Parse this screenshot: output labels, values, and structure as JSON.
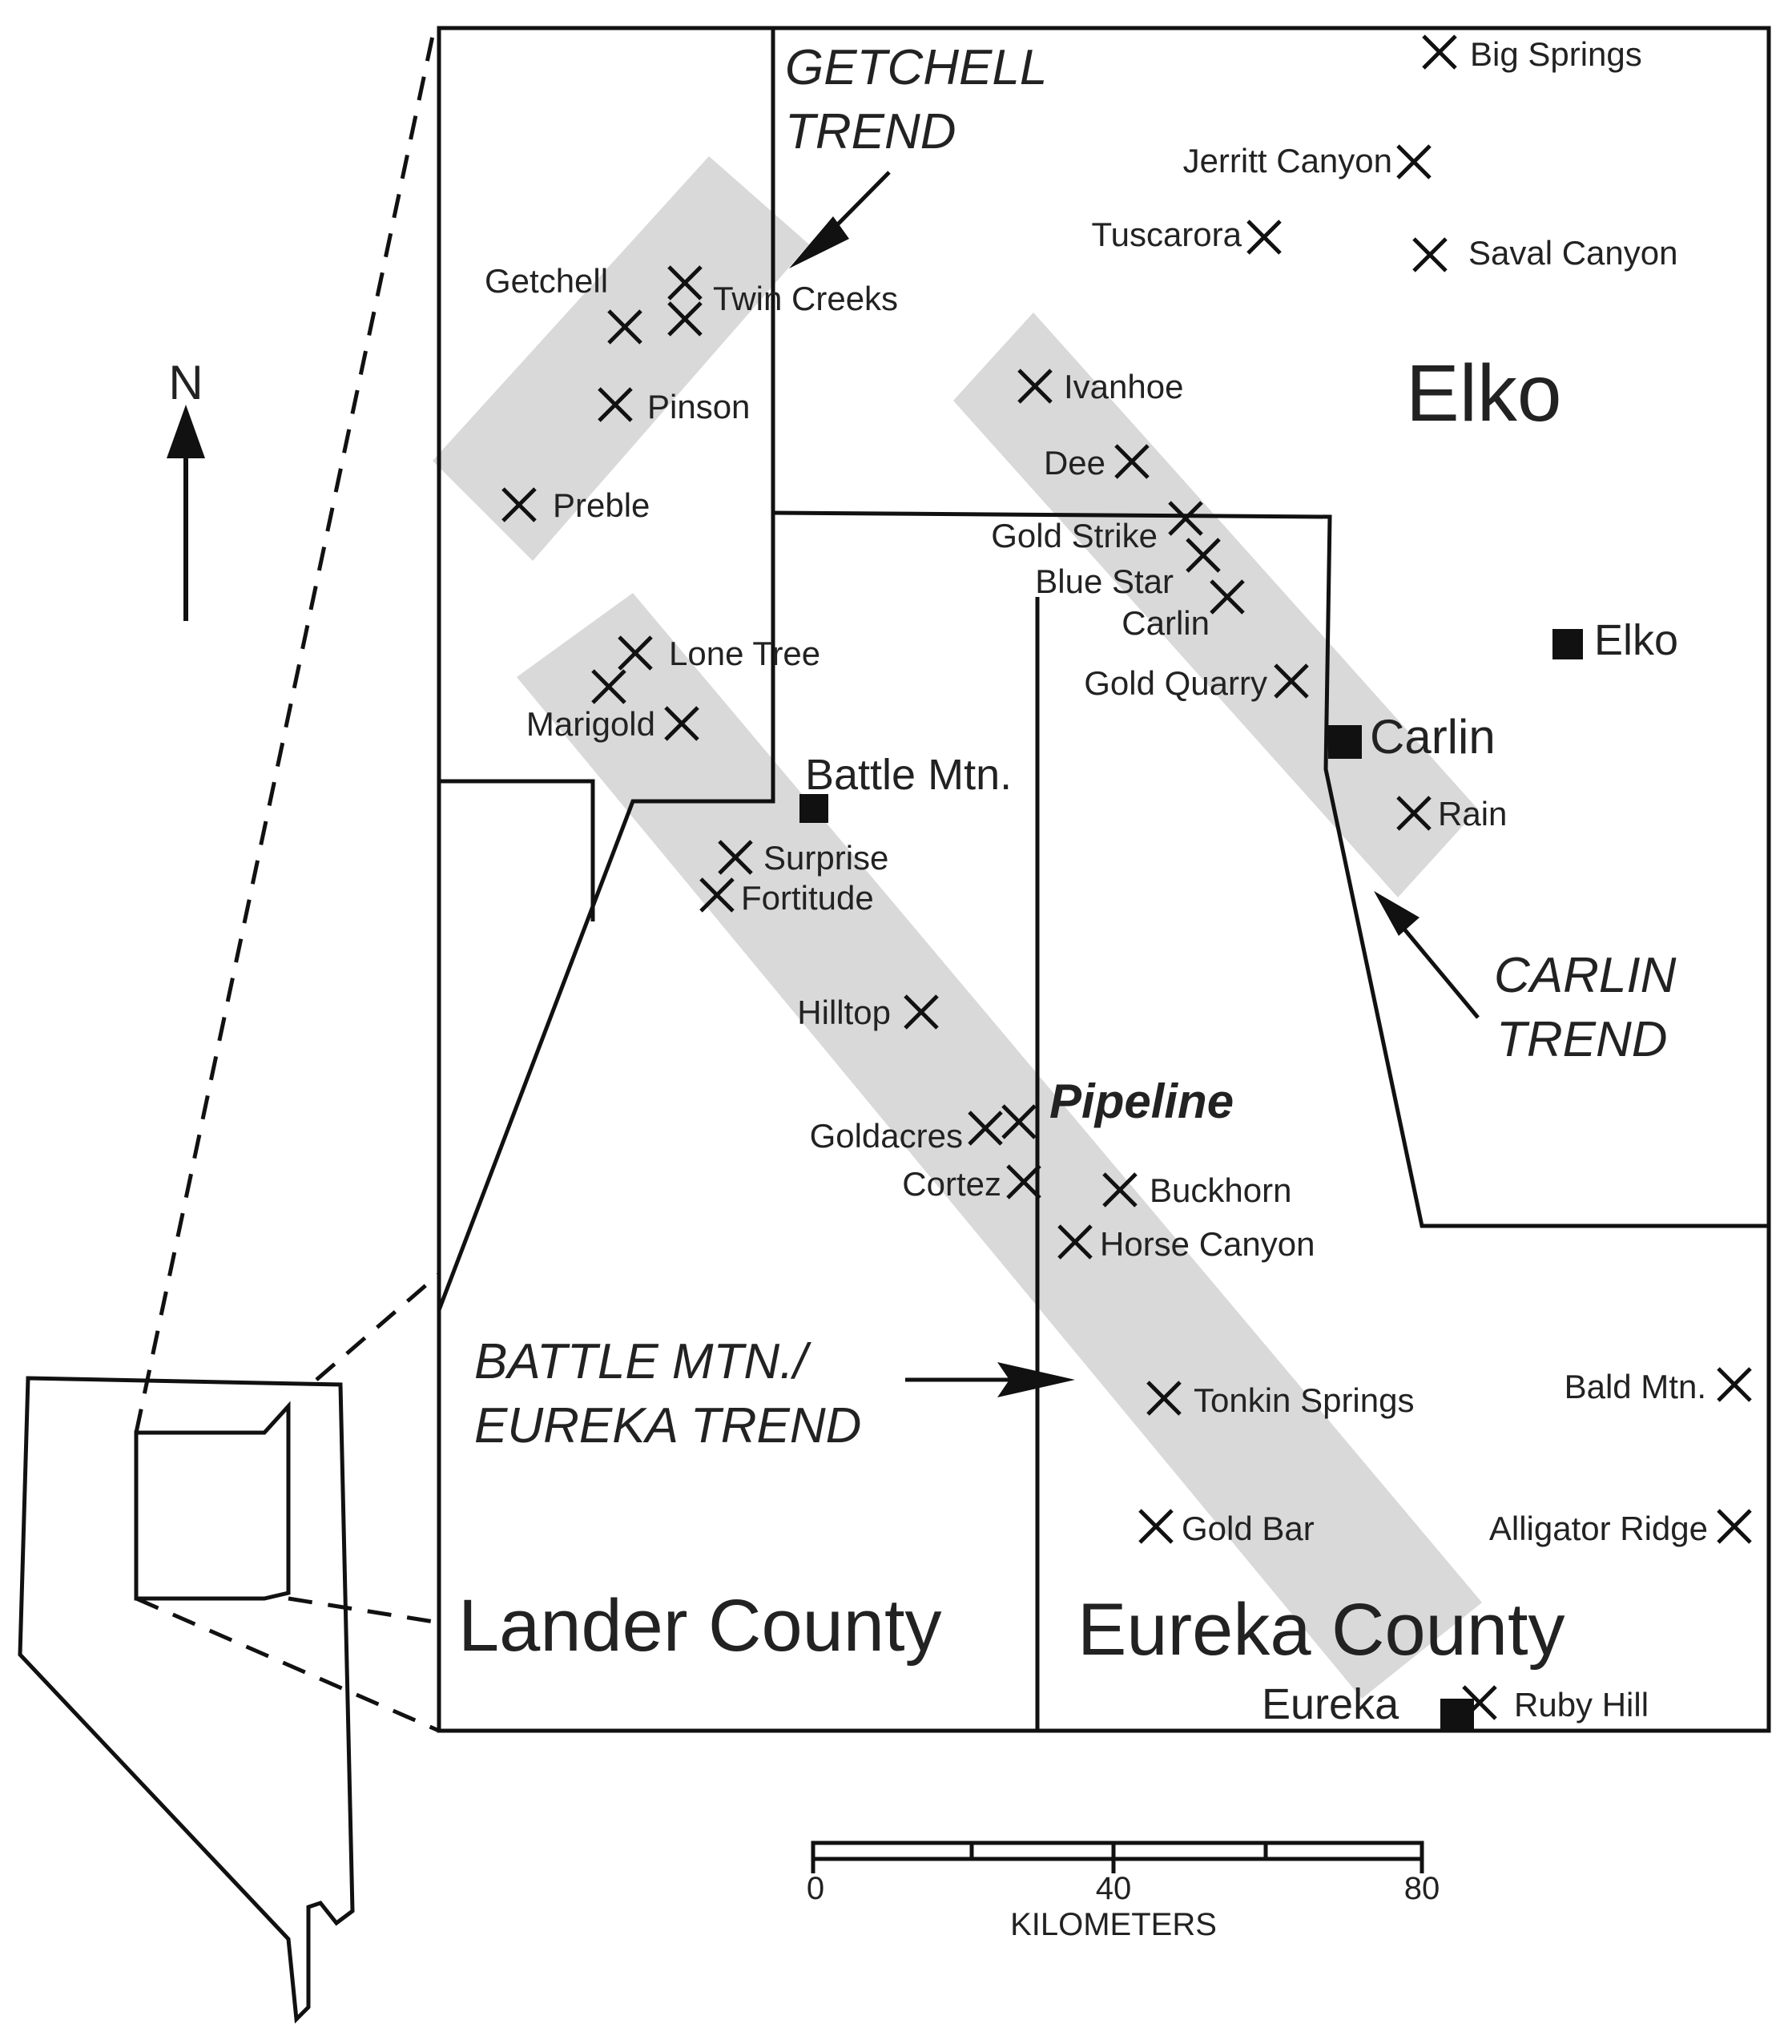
{
  "north": {
    "label": "N"
  },
  "trends": {
    "getchell": [
      "GETCHELL",
      "TREND"
    ],
    "carlin": [
      "CARLIN",
      "TREND"
    ],
    "battle": [
      "BATTLE MTN./",
      "EUREKA TREND"
    ]
  },
  "counties": {
    "elko": "Elko",
    "lander": "Lander County",
    "eureka": "Eureka County"
  },
  "towns": {
    "battle_mtn": "Battle Mtn.",
    "elko": "Elko",
    "carlin": "Carlin",
    "eureka": "Eureka"
  },
  "mines": {
    "big_springs": "Big Springs",
    "jerritt_canyon": "Jerritt Canyon",
    "tuscarora": "Tuscarora",
    "saval_canyon": "Saval Canyon",
    "getchell": "Getchell",
    "twin_creeks": "Twin Creeks",
    "pinson": "Pinson",
    "preble": "Preble",
    "ivanhoe": "Ivanhoe",
    "dee": "Dee",
    "gold_strike": "Gold Strike",
    "blue_star": "Blue Star",
    "carlin_mine": "Carlin",
    "gold_quarry": "Gold Quarry",
    "rain": "Rain",
    "lone_tree": "Lone Tree",
    "marigold": "Marigold",
    "surprise": "Surprise",
    "fortitude": "Fortitude",
    "hilltop": "Hilltop",
    "pipeline": "Pipeline",
    "goldacres": "Goldacres",
    "cortez": "Cortez",
    "buckhorn": "Buckhorn",
    "horse_canyon": "Horse Canyon",
    "tonkin_springs": "Tonkin Springs",
    "bald_mtn": "Bald Mtn.",
    "gold_bar": "Gold Bar",
    "alligator_ridge": "Alligator Ridge",
    "ruby_hill": "Ruby Hill"
  },
  "scale": {
    "ticks": [
      "0",
      "40",
      "80"
    ],
    "unit": "KILOMETERS"
  }
}
